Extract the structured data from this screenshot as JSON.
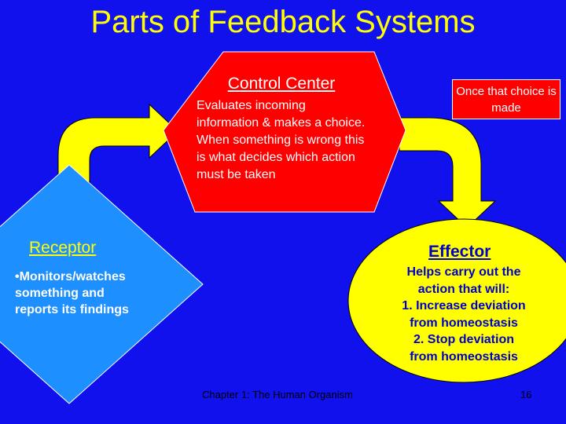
{
  "title": "Parts of Feedback Systems",
  "control_center": {
    "title": "Control Center",
    "description": "Evaluates incoming information & makes a choice.  When something is wrong this is what decides which action must be taken"
  },
  "choice_note": "Once that choice is made",
  "receptor": {
    "title": "Receptor",
    "description": "•Monitors/watches something and reports its findings"
  },
  "effector": {
    "title": "Effector",
    "lines": [
      "Helps carry out the",
      "action that will:",
      "1.  Increase deviation",
      "from homeostasis",
      "2.  Stop deviation",
      "from homeostasis"
    ]
  },
  "footer": "Chapter 1: The Human Organism",
  "page_number": "16",
  "colors": {
    "background": "#1111ee",
    "title": "#ffff00",
    "control_center": "#ff0000",
    "receptor": "#1e8fff",
    "effector": "#ffff00",
    "arrow": "#ffff00"
  }
}
